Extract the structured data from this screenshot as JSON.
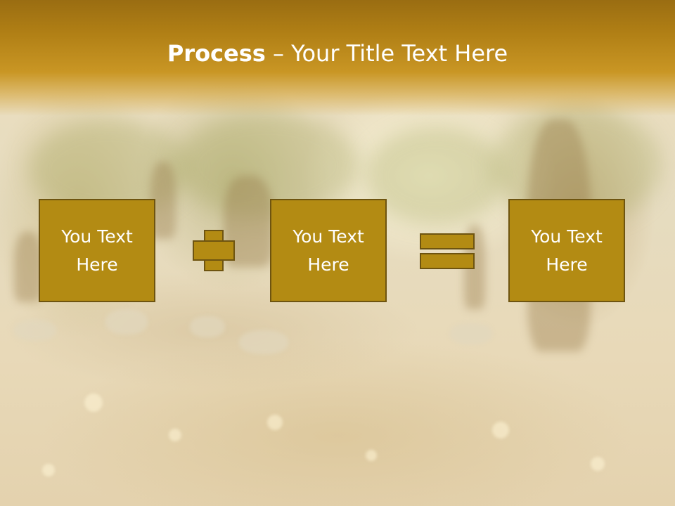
{
  "slide": {
    "title_bold": "Process",
    "title_rest": " – Your Title Text Here",
    "boxes": [
      {
        "line1": "You Text",
        "line2": "Here"
      },
      {
        "line1": "You Text",
        "line2": "Here"
      },
      {
        "line1": "You Text",
        "line2": "Here"
      }
    ],
    "operators": [
      "plus-icon",
      "equals-icon"
    ],
    "colors": {
      "header": "#b58412",
      "box_fill": "#b38b13",
      "box_border": "#6e5410",
      "text": "#ffffff"
    }
  }
}
